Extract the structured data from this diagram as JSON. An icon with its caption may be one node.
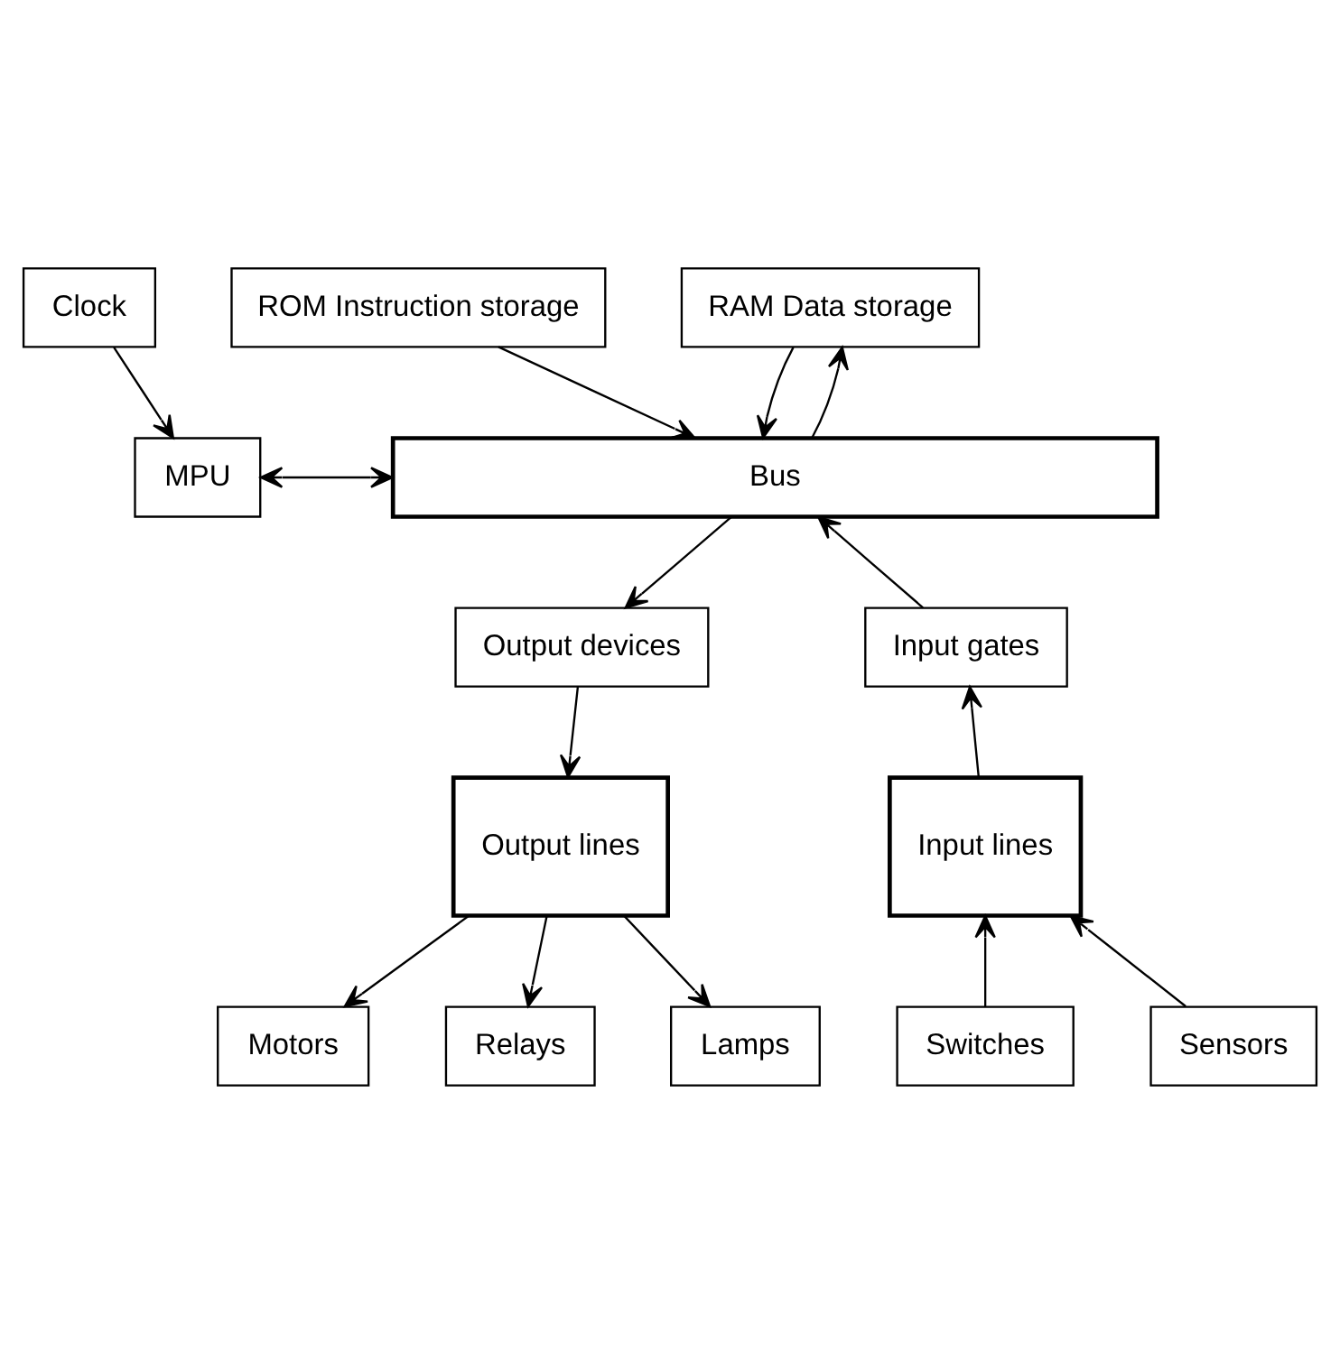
{
  "diagram": {
    "nodes": [
      {
        "text": [
          "Clock"
        ]
      },
      {
        "text": [
          "ROM Instruction storage"
        ]
      },
      {
        "text": [
          "RAM Data storage"
        ]
      },
      {
        "text": [
          "MPU"
        ]
      },
      {
        "text": [
          "Bus"
        ]
      },
      {
        "text": [
          "Output devices"
        ]
      },
      {
        "text": [
          "Input gates"
        ]
      },
      {
        "text": [
          "Output lines"
        ]
      },
      {
        "text": [
          "Input lines"
        ]
      },
      {
        "text": [
          "Motors"
        ]
      },
      {
        "text": [
          "Relays"
        ]
      },
      {
        "text": [
          "Lamps"
        ]
      },
      {
        "text": [
          "Switches"
        ]
      },
      {
        "text": [
          "Sensors"
        ]
      }
    ],
    "edges": [
      {
        "from": 0,
        "to": 3,
        "arrow": "to"
      },
      {
        "from": 3,
        "to": 4,
        "arrow": "both"
      },
      {
        "from": 1,
        "to": 4,
        "arrow": "to"
      },
      {
        "from": 4,
        "to": 5,
        "arrow": "to"
      },
      {
        "from": 2,
        "to": 4,
        "arrow": "to"
      },
      {
        "from": 4,
        "to": 2,
        "arrow": "to"
      },
      {
        "from": 6,
        "to": 4,
        "arrow": "to"
      },
      {
        "from": 5,
        "to": 7,
        "arrow": "to"
      },
      {
        "from": 7,
        "to": 9,
        "arrow": "to"
      },
      {
        "from": 7,
        "to": 10,
        "arrow": "to"
      },
      {
        "from": 7,
        "to": 11,
        "arrow": "to"
      },
      {
        "from": 12,
        "to": 8,
        "arrow": "to"
      },
      {
        "from": 13,
        "to": 8,
        "arrow": "to"
      },
      {
        "from": 8,
        "to": 6,
        "arrow": "to"
      }
    ]
  }
}
